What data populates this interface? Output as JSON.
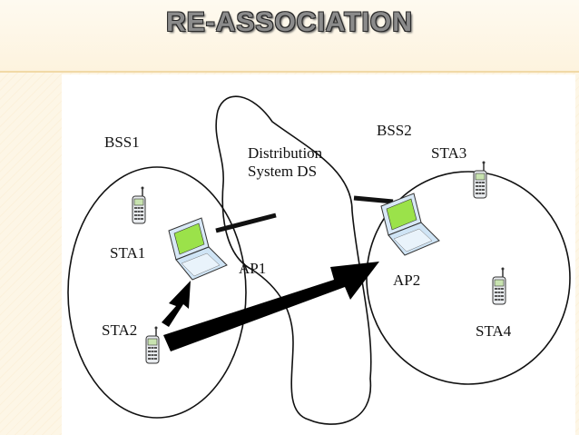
{
  "slide": {
    "title": "RE-ASSOCIATION"
  },
  "diagram": {
    "bss1_label": "BSS1",
    "bss2_label": "BSS2",
    "ds_label_line1": "Distribution",
    "ds_label_line2": "System DS",
    "sta1_label": "STA1",
    "sta2_label": "STA2",
    "sta3_label": "STA3",
    "sta4_label": "STA4",
    "ap1_label": "AP1",
    "ap2_label": "AP2"
  },
  "colors": {
    "accent_orange": "#f1d9a6",
    "screen_green": "#9be24a",
    "laptop_blue": "#cfe4f5"
  },
  "icons": [
    "mobile-phone-icon",
    "laptop-icon",
    "arrow-icon"
  ]
}
